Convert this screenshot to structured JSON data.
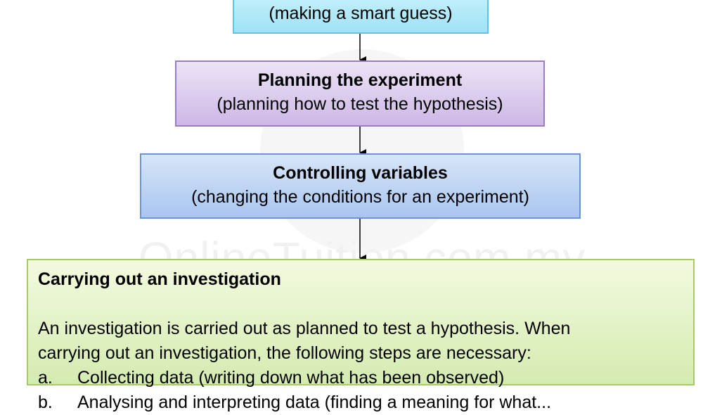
{
  "watermark": "OnlineTuition.com.my",
  "flowchart": {
    "hypothesis": {
      "subtitle": "(making a smart guess)"
    },
    "planning": {
      "title": "Planning the experiment",
      "subtitle": "(planning how to test the hypothesis)"
    },
    "controlling": {
      "title": "Controlling variables",
      "subtitle": "(changing the conditions for an experiment)"
    },
    "investigation": {
      "title": "Carrying out an investigation",
      "line1": "An investigation is carried out as planned to test a hypothesis. When",
      "line2": "carrying out an investigation, the following steps are necessary:",
      "steps": [
        {
          "letter": "a.",
          "text": "Collecting data (writing down what has been observed)"
        },
        {
          "letter": "b.",
          "text": "Analysing and interpreting data (finding a meaning for what..."
        }
      ]
    }
  }
}
